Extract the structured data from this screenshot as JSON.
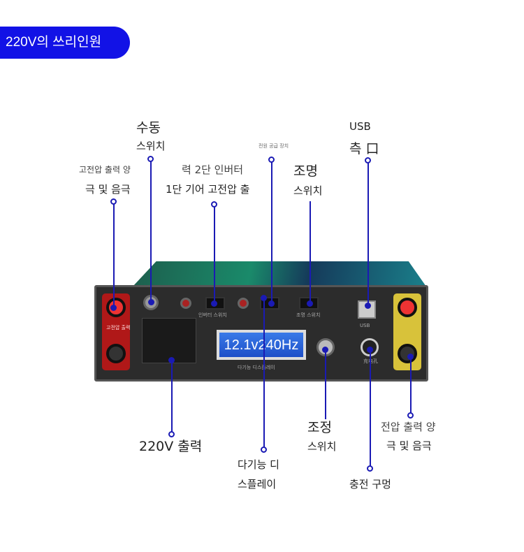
{
  "badge": "220V의 쓰리인원",
  "labels": {
    "manual_switch": [
      "수동",
      "스위치"
    ],
    "hv_output": [
      "고전압 출력 양",
      "극 및 음극"
    ],
    "inverter": [
      "력 2단 인버터",
      "1단 기어 고전압 출"
    ],
    "power_supply": "전원 공급 장치",
    "light_switch": [
      "조명",
      "스위치"
    ],
    "usb": [
      "USB",
      "측 口"
    ],
    "ac_output": "220V 출력",
    "display": [
      "다기능 디",
      "스플레이"
    ],
    "adjust_switch": [
      "조정",
      "스위치"
    ],
    "charge_port": "충전 구멍",
    "v_output": [
      "전압 출력 양",
      "극 및 음극"
    ]
  },
  "device": {
    "lcd": "12.1v240Hz",
    "display_caption": "다기능 디스플레이",
    "inverter_caption": "인버터 스위치",
    "light_caption": "조명 스위치",
    "usb_caption": "USB",
    "hv_caption": "고전압 출력",
    "charge_caption": "充电孔"
  }
}
